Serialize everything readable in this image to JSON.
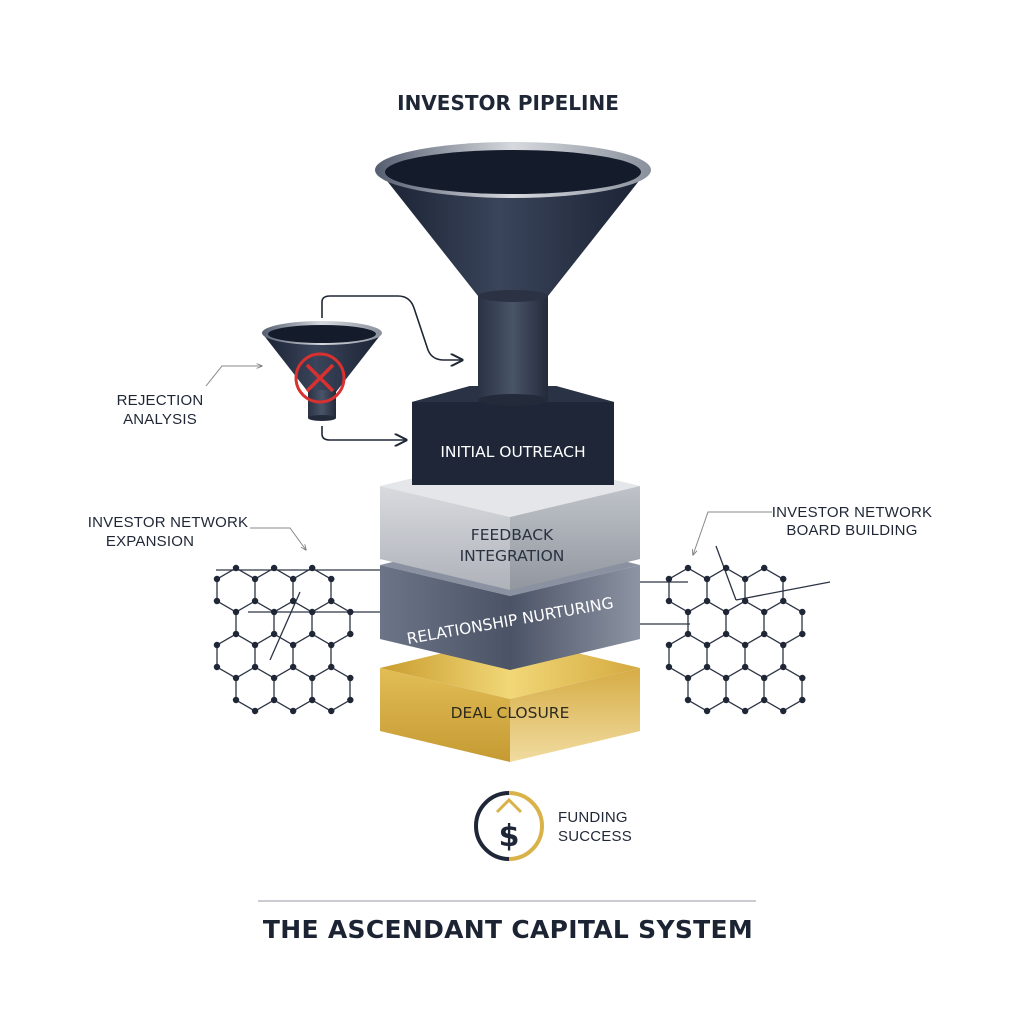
{
  "header": {
    "title": "INVESTOR PIPELINE"
  },
  "stages": [
    {
      "label": "INITIAL OUTREACH"
    },
    {
      "label_line1": "FEEDBACK",
      "label_line2": "INTEGRATION"
    },
    {
      "label": "RELATIONSHIP NURTURING"
    },
    {
      "label": "DEAL CLOSURE"
    }
  ],
  "side_labels": {
    "rejection": {
      "line1": "REJECTION",
      "line2": "ANALYSIS"
    },
    "network_left": {
      "line1": "INVESTOR NETWORK",
      "line2": "EXPANSION"
    },
    "network_right": {
      "line1": "INVESTOR NETWORK",
      "line2": "BOARD BUILDING"
    }
  },
  "outcome": {
    "line1": "FUNDING",
    "line2": "SUCCESS",
    "symbol": "$"
  },
  "footer": {
    "title": "THE ASCENDANT CAPITAL SYSTEM"
  },
  "colors": {
    "navy": "#1e2638",
    "silver": "#c6c8cc",
    "slate": "#5a6275",
    "gold": "#d9b24a",
    "reject_red": "#d93030"
  },
  "icons": [
    "funnel-icon",
    "reject-x-icon",
    "dollar-icon"
  ]
}
